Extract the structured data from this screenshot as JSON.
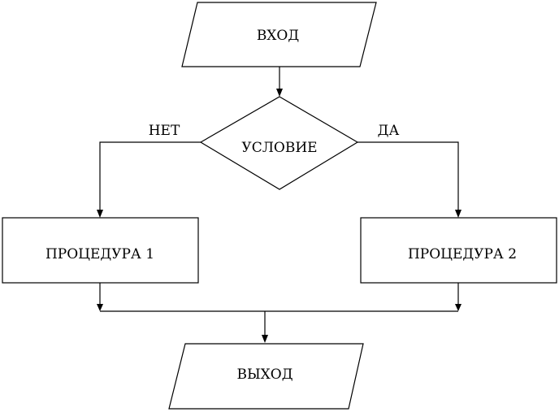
{
  "nodes": {
    "input": {
      "label": "ВХОД"
    },
    "condition": {
      "label": "УСЛОВИЕ"
    },
    "procedure1": {
      "label": "ПРОЦЕДУРА 1"
    },
    "procedure2": {
      "label": "ПРОЦЕДУРА 2"
    },
    "output": {
      "label": "ВЫХОД"
    }
  },
  "edges": {
    "no_label": "НЕТ",
    "yes_label": "ДА"
  }
}
